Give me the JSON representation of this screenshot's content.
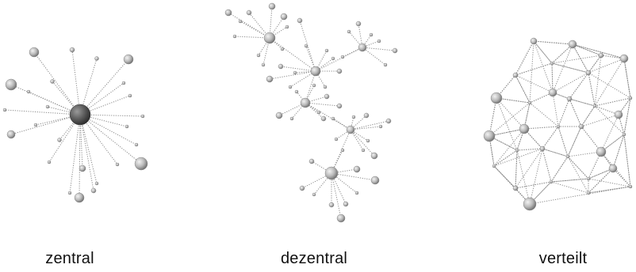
{
  "captions": {
    "centralized": "zentral",
    "decentralized": "dezentral",
    "distributed": "verteilt"
  },
  "colors": {
    "edge": "#8a8a8a",
    "node_light": "#d4d4d4",
    "node_dark": "#4a4a4a",
    "hub_dark": "#3a3a3a"
  }
}
